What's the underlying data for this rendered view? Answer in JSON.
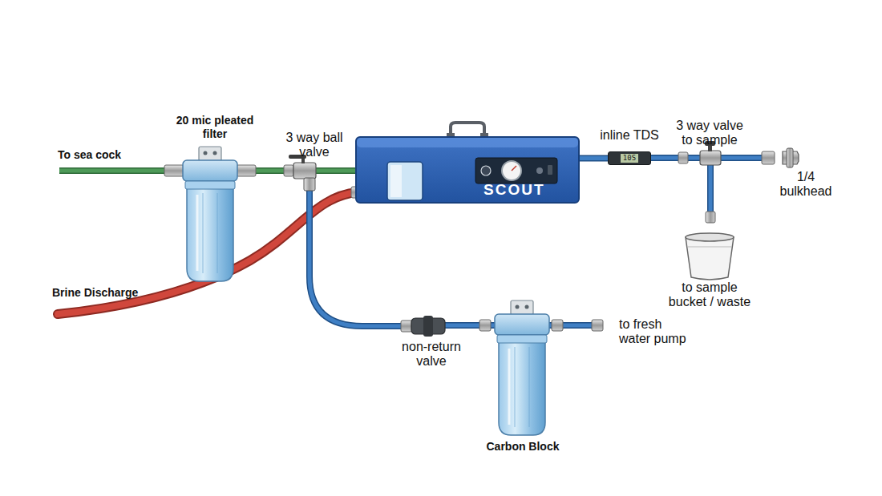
{
  "diagram": {
    "nodes": [
      {
        "text": [
          "SCOUT"
        ]
      },
      {
        "text": [
          "inline TDS",
          "10S"
        ]
      }
    ],
    "edges": [
      {
        "from": 0,
        "to": 1,
        "arrow": "none"
      }
    ],
    "labels": [
      "To sea cock",
      "20 mic pleated filter",
      "3 way ball valve",
      "3 way valve to sample",
      "1/4 bulkhead",
      "to sample bucket / waste",
      "Brine Discharge",
      "non-return valve",
      "Carbon Block",
      "to fresh water pump"
    ]
  }
}
